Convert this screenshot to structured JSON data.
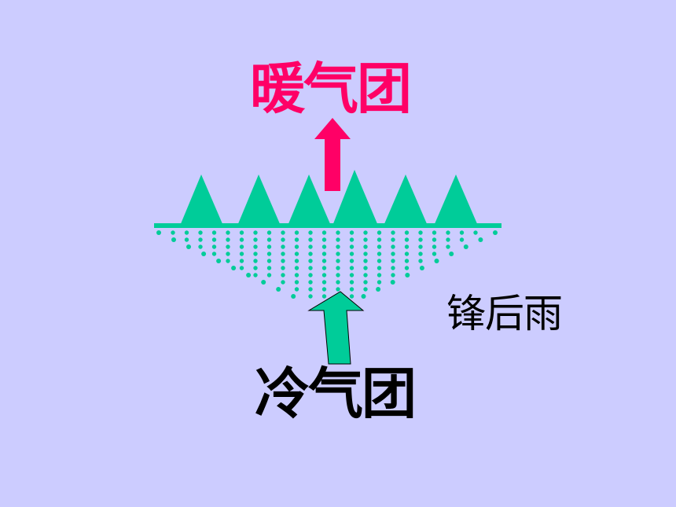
{
  "labels": {
    "warm_air_mass": "暖气团",
    "cold_air_mass": "冷气团",
    "rain_type": "锋后雨"
  },
  "colors": {
    "background": "#ccccff",
    "front": "#00cc99",
    "warm_arrow": "#ff0066",
    "cold_arrow": "#00cc99",
    "warm_text": "#ff0066",
    "cold_text": "#000000"
  }
}
